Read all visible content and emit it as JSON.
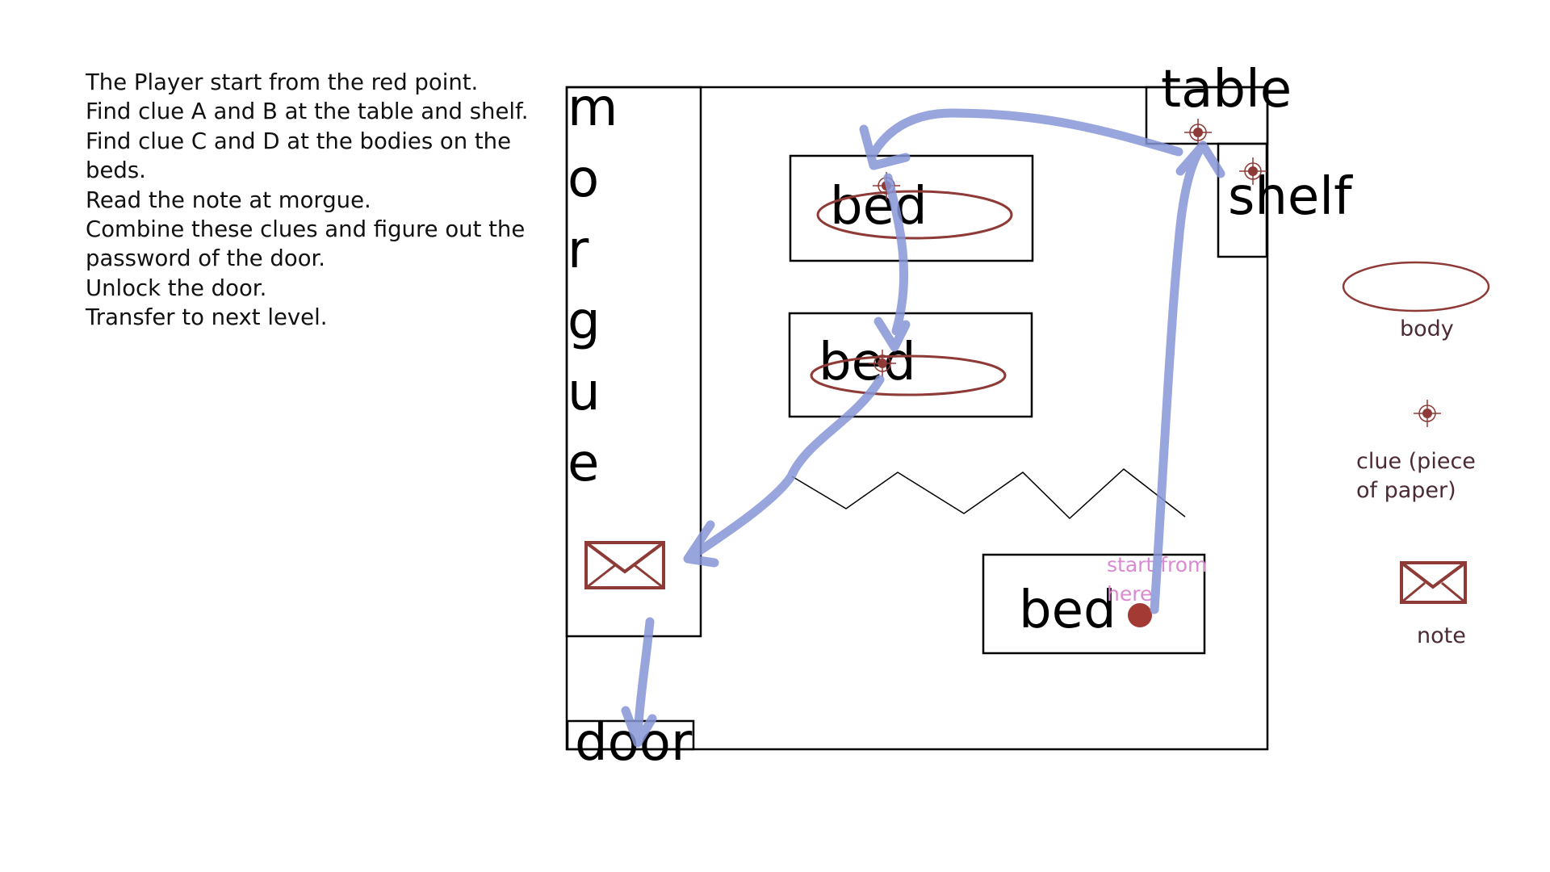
{
  "instructions": [
    "The Player start from the red point.",
    "Find clue A and B at the table and shelf.",
    "Find clue C and D at the bodies on the",
    "beds.",
    "Read the note at morgue.",
    "Combine these clues and figure out the",
    "password of the door.",
    "Unlock the door.",
    "Transfer to next level."
  ],
  "map": {
    "morgue_letters": [
      "m",
      "o",
      "r",
      "g",
      "u",
      "e"
    ],
    "table_label": "table",
    "shelf_label": "shelf",
    "bed_label": "bed",
    "door_label": "door",
    "start_label_line1": "start from",
    "start_label_line2": "here"
  },
  "legend": {
    "body": "body",
    "clue_line1": "clue (piece",
    "clue_line2": "of paper)",
    "note": "note"
  },
  "colors": {
    "outline": "#000000",
    "body_ellipse": "#8e3a36",
    "path_arrow": "#8796d8",
    "start_point": "#a33b34",
    "start_text": "#d98ad0",
    "legend_text": "#4b2a35"
  }
}
